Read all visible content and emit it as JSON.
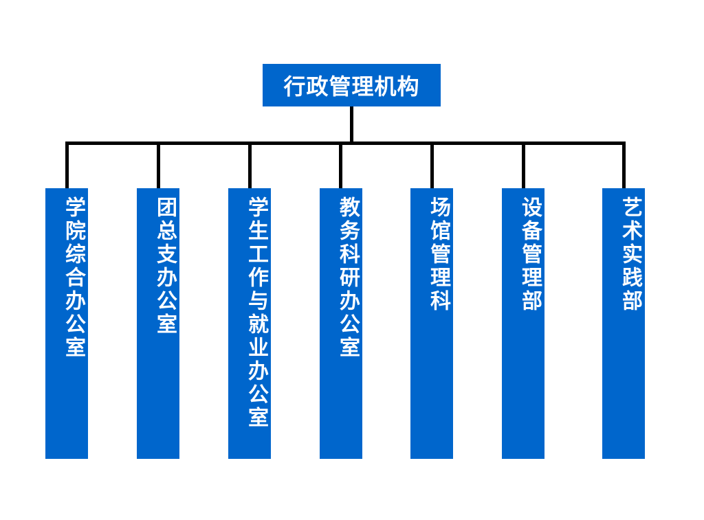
{
  "root": {
    "label": "行政管理机构"
  },
  "children": [
    {
      "label": "学院综合办公室"
    },
    {
      "label": "团总支办公室"
    },
    {
      "label": "学生工作与就业办公室"
    },
    {
      "label": "教务科研办公室"
    },
    {
      "label": "场馆管理科"
    },
    {
      "label": "设备管理部"
    },
    {
      "label": "艺术实践部"
    }
  ],
  "colors": {
    "box": "#0066cc",
    "text": "#ffffff",
    "connector": "#000000"
  }
}
